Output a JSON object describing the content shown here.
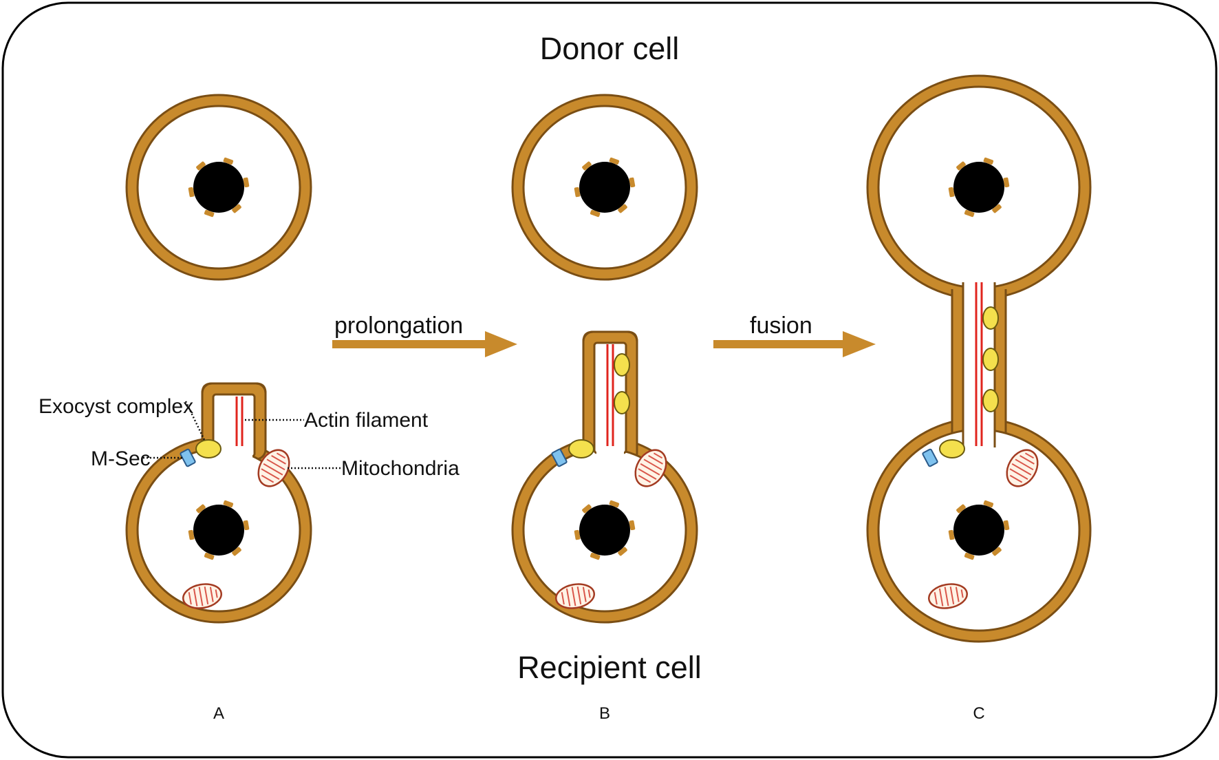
{
  "labels": {
    "donor": "Donor cell",
    "recipient": "Recipient cell",
    "step1": "prolongation",
    "step2": "fusion",
    "exocyst": "Exocyst complex",
    "msec": "M-Sec",
    "actin": "Actin filament",
    "mito": "Mitochondria"
  },
  "panels": [
    "A",
    "B",
    "C"
  ],
  "colors": {
    "membrane": "#c88a2c",
    "membrane_edge": "#7a4e14",
    "nucleus": "#000000",
    "actin": "#e0241e",
    "exocyst": "#f4e04d",
    "msec": "#7fc2ee",
    "mitochondria_outline": "#a33b22",
    "arrow": "#c88a2c"
  }
}
